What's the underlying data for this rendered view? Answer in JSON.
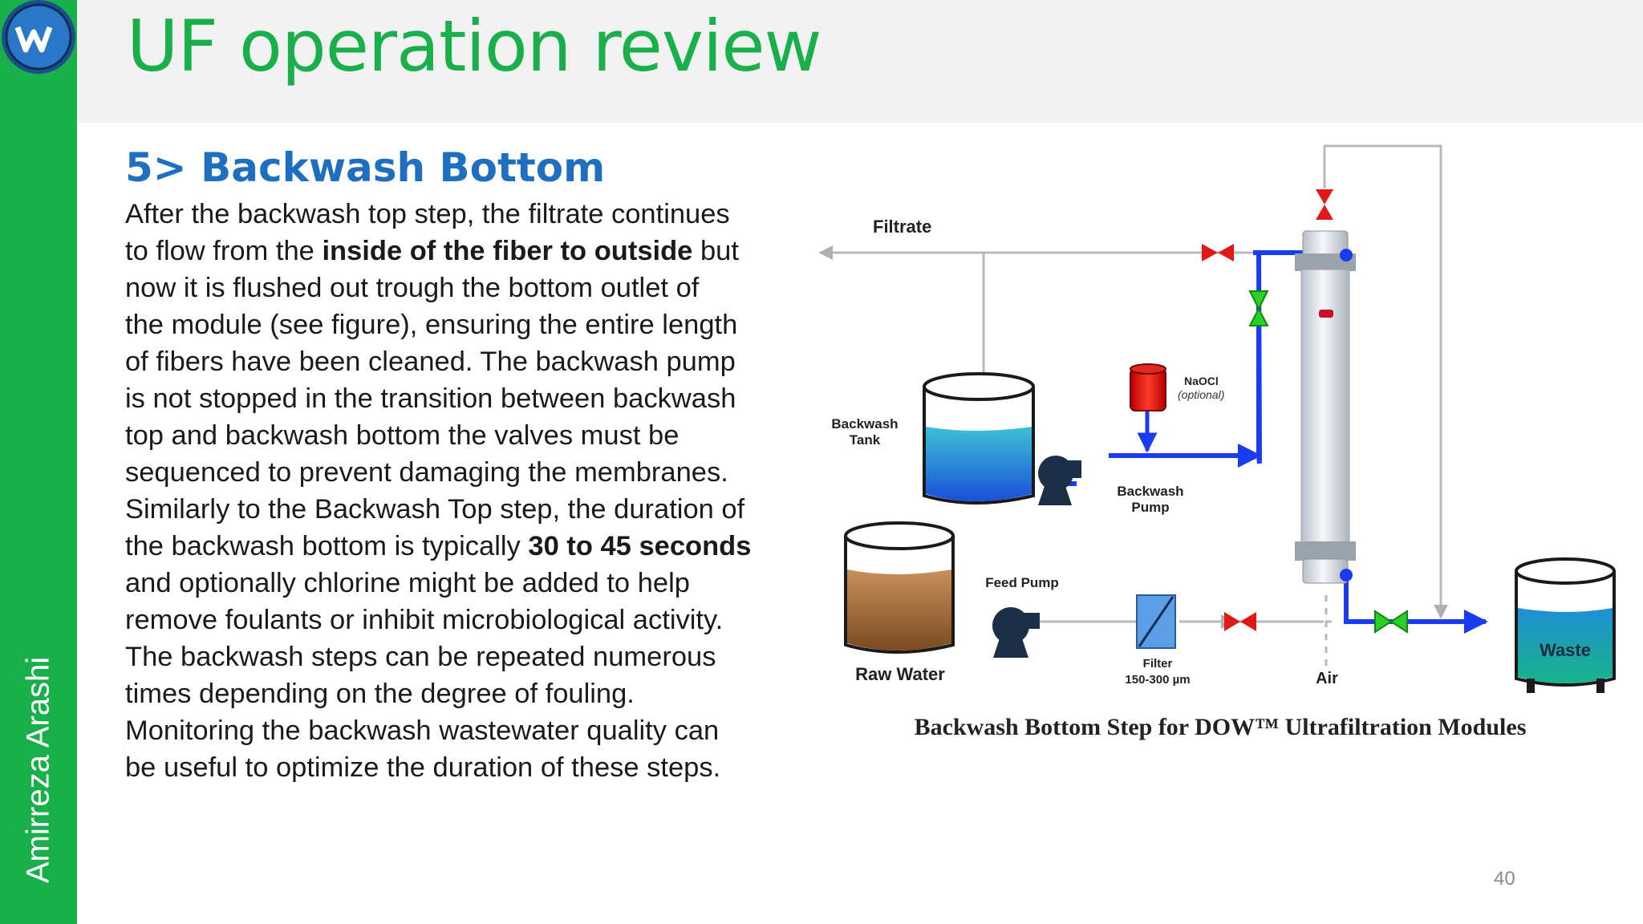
{
  "slide": {
    "title": "UF operation review",
    "author": "Amirreza Arashi",
    "page_number": "40",
    "colors": {
      "green": "#19b04b",
      "heading_blue": "#1f6fc0",
      "pipe_blue": "#1a3cf0"
    }
  },
  "content": {
    "heading": "5> Backwash Bottom",
    "lines": [
      [
        {
          "t": "After the backwash top step, the filtrate continues"
        }
      ],
      [
        {
          "t": "to flow from the "
        },
        {
          "t": "inside of the fiber to outside",
          "b": true
        },
        {
          "t": " but"
        }
      ],
      [
        {
          "t": "now it is flushed out trough the bottom outlet of"
        }
      ],
      [
        {
          "t": "the module (see figure), ensuring the entire length"
        }
      ],
      [
        {
          "t": "of fibers have been cleaned. The backwash pump"
        }
      ],
      [
        {
          "t": "is not stopped in the transition between backwash"
        }
      ],
      [
        {
          "t": "top and backwash bottom the valves must be"
        }
      ],
      [
        {
          "t": "sequenced to prevent damaging the membranes."
        }
      ],
      [
        {
          "t": "Similarly to the Backwash Top step, the duration of"
        }
      ],
      [
        {
          "t": "the backwash bottom is typically "
        },
        {
          "t": "30 to 45 seconds",
          "b": true
        }
      ],
      [
        {
          "t": "and optionally chlorine might be added to help"
        }
      ],
      [
        {
          "t": "remove foulants or inhibit microbiological activity."
        }
      ],
      [
        {
          "t": "The backwash steps can be repeated numerous"
        }
      ],
      [
        {
          "t": "times depending on the degree of fouling."
        }
      ],
      [
        {
          "t": "Monitoring the backwash wastewater quality can"
        }
      ],
      [
        {
          "t": "be useful to optimize the duration of these steps."
        }
      ]
    ]
  },
  "diagram": {
    "labels": {
      "filtrate": "Filtrate",
      "naocl": "NaOCl",
      "naocl_note": "(optional)",
      "backwash_tank_1": "Backwash",
      "backwash_tank_2": "Tank",
      "backwash_pump_1": "Backwash",
      "backwash_pump_2": "Pump",
      "feed_pump": "Feed Pump",
      "raw_water": "Raw Water",
      "filter_1": "Filter",
      "filter_2": "150-300 µm",
      "air": "Air",
      "waste": "Waste",
      "caption": "Backwash Bottom Step for DOW™ Ultrafiltration Modules"
    }
  }
}
